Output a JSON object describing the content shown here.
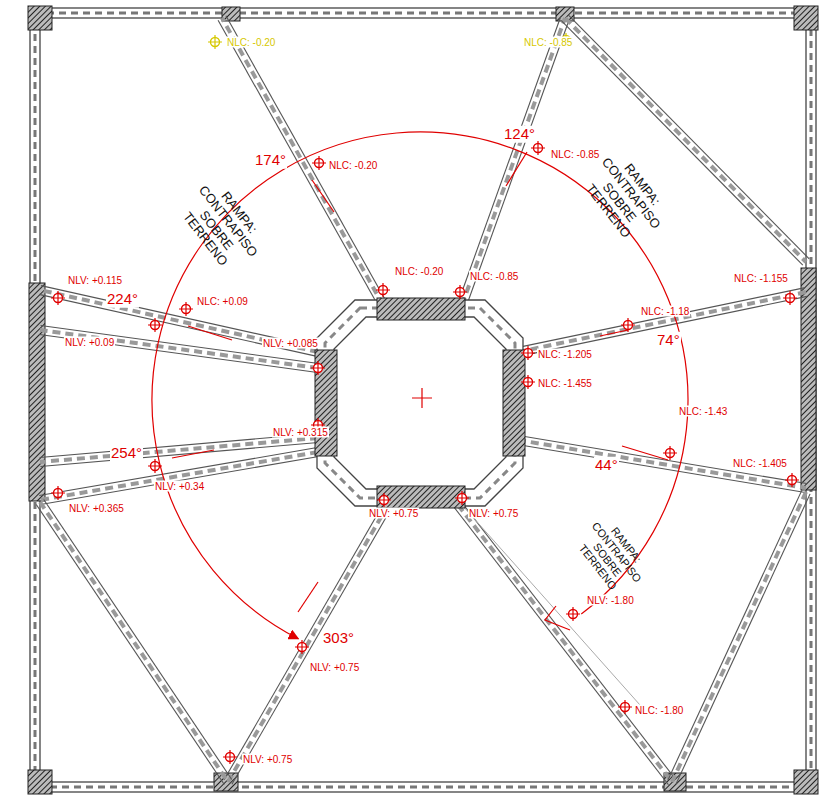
{
  "diagram": {
    "labels": [
      "NLC: -0.20",
      "NLC: -0.85",
      "174°",
      "NLC: -0.20",
      "124°",
      "NLC: -0.85",
      "RAMPA: CONTRAPISO SOBRE TERRENO",
      "RAMPA: CONTRAPISO SOBRE TERRENO",
      "RAMPA: CONTRAPISO SOBRE TERRENO",
      "NLV: +0.115",
      "224°",
      "NLC: +0.09",
      "NLV: +0.09",
      "NLV: +0.085",
      "NLC: -0.20",
      "NLC: -0.85",
      "NLC: -1.18",
      "NLC: -1.155",
      "74°",
      "NLC: -1.205",
      "NLC: -1.455",
      "NLC: -1.43",
      "NLC: -1.405",
      "44°",
      "254°",
      "NLV: +0.34",
      "NLV: +0.315",
      "NLV: +0.365",
      "NLV: +0.75",
      "NLV: +0.75",
      "NLV: -1.80",
      "303°",
      "NLV: +0.75",
      "NLC: -1.80",
      "NLV: +0.75"
    ]
  }
}
